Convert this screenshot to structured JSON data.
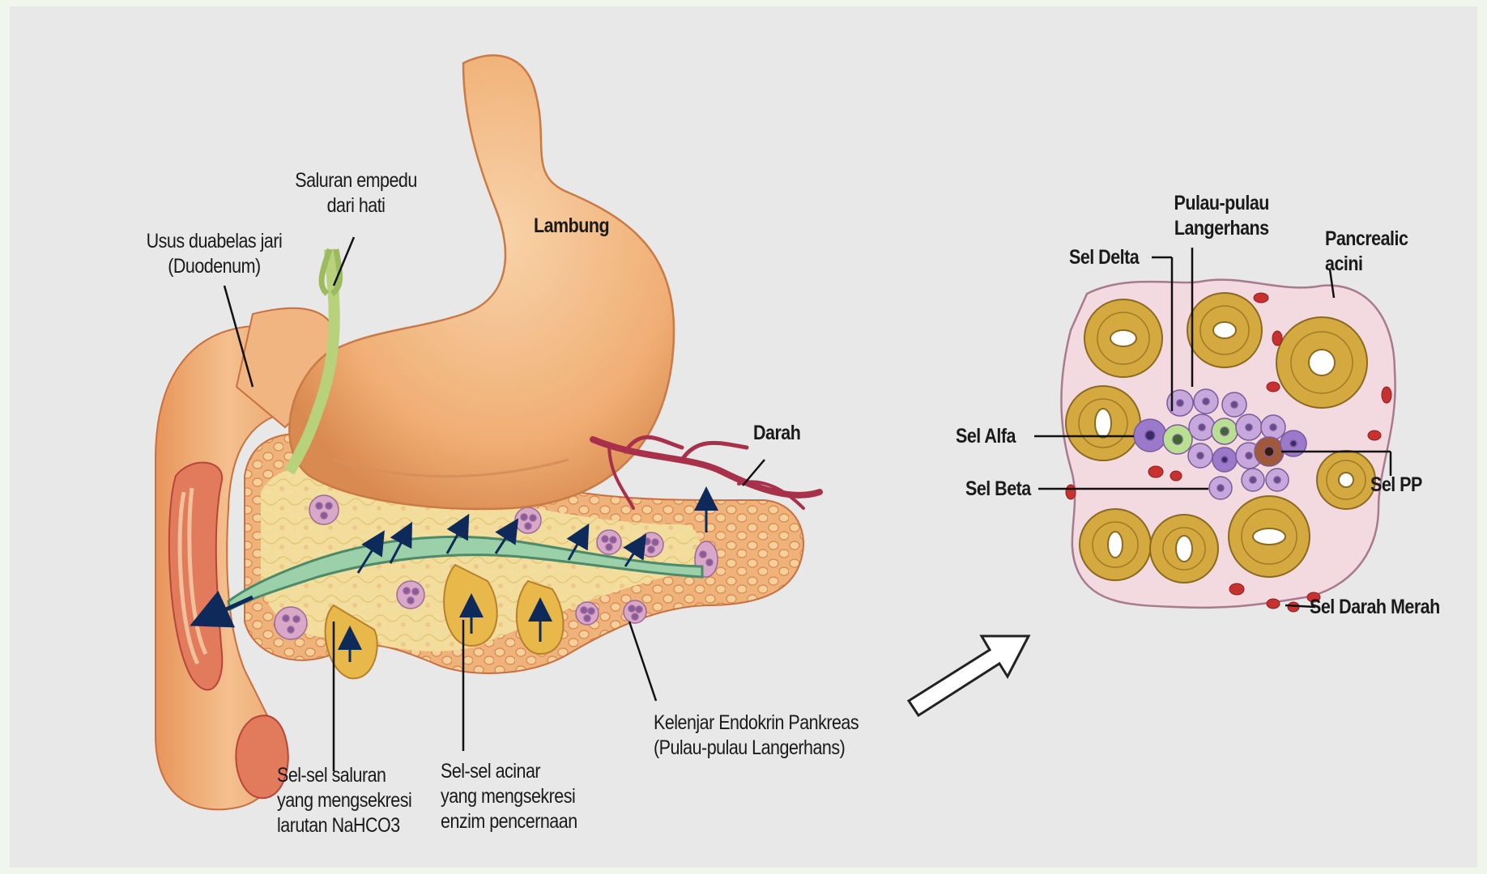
{
  "labels": {
    "saluran_empedu": [
      "Saluran empedu",
      "dari hati"
    ],
    "lambung": "Lambung",
    "duodenum": [
      "Usus duabelas jari",
      "(Duodenum)"
    ],
    "darah": "Darah",
    "kelenjar": [
      "Kelenjar Endokrin Pankreas",
      "(Pulau-pulau Langerhans)"
    ],
    "sel_saluran": [
      "Sel-sel saluran",
      "yang mengsekresi",
      "larutan NaHCO3"
    ],
    "sel_acinar": [
      "Sel-sel acinar",
      "yang mengsekresi",
      "enzim pencernaan"
    ],
    "pulau_langerhans": [
      "Pulau-pulau",
      "Langerhans"
    ],
    "sel_delta": "Sel Delta",
    "pancreatic_acini": [
      "Pancrealic",
      "acini"
    ],
    "sel_alfa": "Sel Alfa",
    "sel_beta": "Sel Beta",
    "sel_pp": "Sel PP",
    "sel_darah_merah": "Sel Darah Merah"
  },
  "colors": {
    "background": "#e8e8e8",
    "stomach": "#f0b27a",
    "pancreas": "#e8a060",
    "duct": "#7fb58e",
    "blood_vessel": "#a8304a",
    "acini": "#d4a940",
    "islet_cell": "#c9a0d8"
  }
}
